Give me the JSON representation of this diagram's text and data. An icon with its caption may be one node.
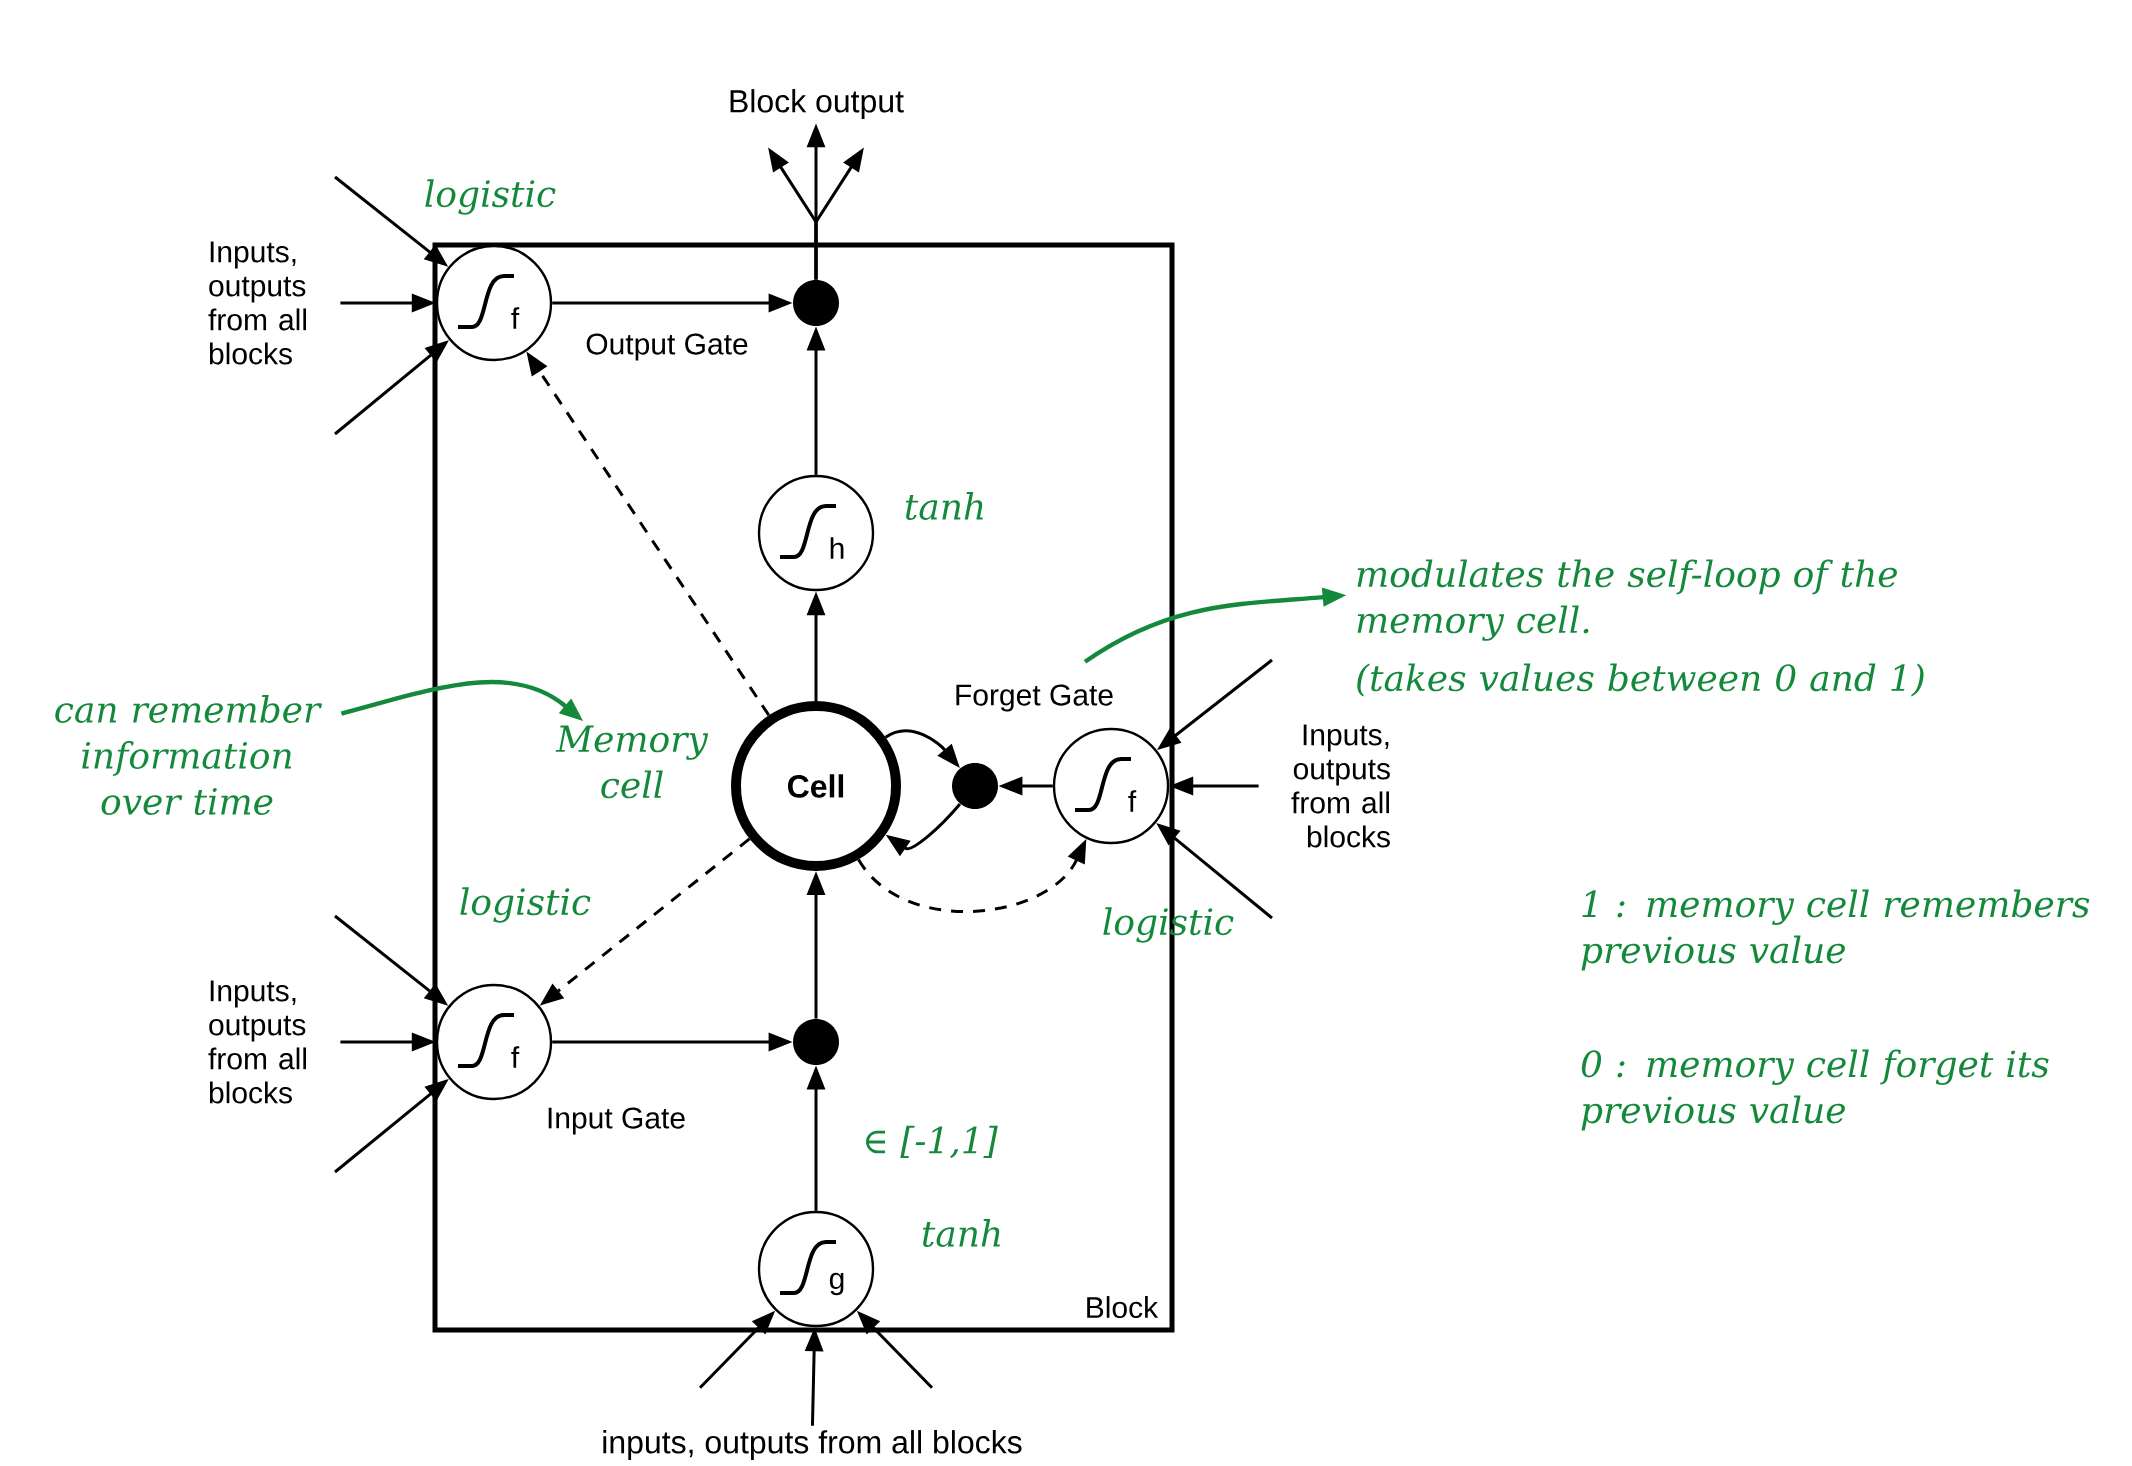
{
  "diagram": {
    "nodes": [
      {
        "text": [
          "Block"
        ]
      },
      {
        "text": [
          "f"
        ],
        "beside": [
          "logistic",
          "Output Gate"
        ],
        "in": 0
      },
      {
        "text": [],
        "shape": "circle",
        "in": 0
      },
      {
        "text": [
          "h"
        ],
        "beside": [
          "tanh"
        ],
        "in": 0
      },
      {
        "text": [
          "Cell"
        ],
        "in": 0
      },
      {
        "text": [],
        "shape": "circle",
        "in": 0
      },
      {
        "text": [
          "f"
        ],
        "beside": [
          "Forget Gate",
          "logistic"
        ],
        "in": 0
      },
      {
        "text": [
          "f"
        ],
        "beside": [
          "logistic",
          "Input Gate"
        ],
        "in": 0
      },
      {
        "text": [],
        "shape": "circle",
        "in": 0
      },
      {
        "text": [
          "g"
        ],
        "beside": [
          "tanh"
        ],
        "in": 0
      },
      {
        "text": [
          "Block output"
        ]
      },
      {
        "text": [
          "Inputs, outputs from all blocks"
        ]
      },
      {
        "text": [
          "Inputs, outputs from all blocks"
        ]
      },
      {
        "text": [
          "Inputs, outputs from all blocks"
        ]
      },
      {
        "text": [
          "inputs, outputs from all blocks"
        ]
      },
      {
        "text": [
          "can remember information over time"
        ]
      },
      {
        "text": [
          "Memory cell"
        ],
        "in": 0
      },
      {
        "text": [
          "modulates the self-loop of the memory cell.",
          "(takes values between 0 and 1)"
        ]
      }
    ],
    "edges": [
      {
        "from": null,
        "to": 1,
        "arrow": "to"
      },
      {
        "from": 11,
        "to": 1,
        "arrow": "to"
      },
      {
        "from": null,
        "to": 1,
        "arrow": "to"
      },
      {
        "from": 1,
        "to": 2,
        "arrow": "to"
      },
      {
        "from": 3,
        "to": 2,
        "arrow": "to"
      },
      {
        "from": 4,
        "to": 3,
        "arrow": "to"
      },
      {
        "from": 2,
        "to": 10,
        "arrow": "to"
      },
      {
        "from": 2,
        "to": 10,
        "arrow": "to"
      },
      {
        "from": 2,
        "to": 10,
        "arrow": "to"
      },
      {
        "from": 4,
        "to": 1,
        "arrow": "to",
        "style": "dashed"
      },
      {
        "from": 6,
        "to": 5,
        "arrow": "to"
      },
      {
        "from": 4,
        "to": 5,
        "arrow": "to"
      },
      {
        "from": 5,
        "to": 4,
        "arrow": "to"
      },
      {
        "from": null,
        "to": 6,
        "arrow": "to"
      },
      {
        "from": 13,
        "to": 6,
        "arrow": "to"
      },
      {
        "from": null,
        "to": 6,
        "arrow": "to"
      },
      {
        "from": 4,
        "to": 6,
        "arrow": "to",
        "style": "dashed"
      },
      {
        "from": 4,
        "to": 7,
        "arrow": "to",
        "style": "dashed"
      },
      {
        "from": null,
        "to": 7,
        "arrow": "to"
      },
      {
        "from": 12,
        "to": 7,
        "arrow": "to"
      },
      {
        "from": null,
        "to": 7,
        "arrow": "to"
      },
      {
        "from": 7,
        "to": 8,
        "arrow": "to"
      },
      {
        "from": 8,
        "to": 4,
        "arrow": "to"
      },
      {
        "from": 9,
        "to": 8,
        "arrow": "to",
        "label": "∈ [-1,1]"
      },
      {
        "from": 14,
        "to": 9,
        "arrow": "to"
      },
      {
        "from": 14,
        "to": 9,
        "arrow": "to"
      },
      {
        "from": 14,
        "to": 9,
        "arrow": "to"
      },
      {
        "from": 15,
        "to": 16,
        "arrow": "to",
        "color": "#14893c"
      },
      {
        "from": 6,
        "to": 17,
        "arrow": "to",
        "color": "#14893c"
      }
    ],
    "labels": [
      "1 : memory cell remembers previous value",
      "0 : memory cell forget its previous value"
    ]
  }
}
